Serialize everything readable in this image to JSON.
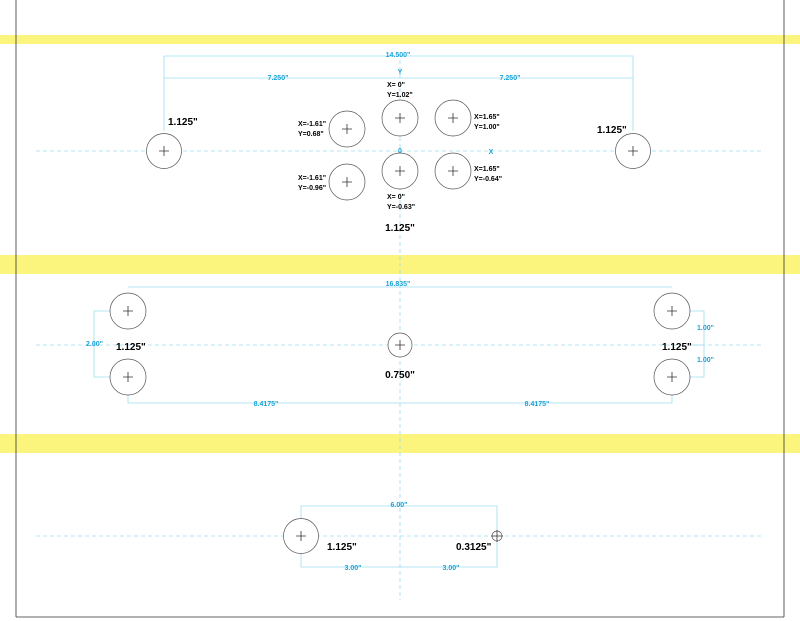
{
  "colors": {
    "highlight_band": "#fbf57d",
    "dimension": "#1aa3d9",
    "dimension_line": "#9fdcf0",
    "text": "#000000",
    "outline": "#333333"
  },
  "section1": {
    "overall_dim": "14.500\"",
    "left_half_dim": "7.250\"",
    "right_half_dim": "7.250\"",
    "axis_y": "Y",
    "axis_x": "X",
    "origin": "0",
    "left_hole_size": "1.125\"",
    "right_hole_size": "1.125\"",
    "pattern_size": "1.125\"",
    "coords": {
      "top_center_x": "X= 0\"",
      "top_center_y": "Y=1.02\"",
      "upper_left_x": "X=-1.61\"",
      "upper_left_y": "Y=0.68\"",
      "upper_right_x": "X=1.65\"",
      "upper_right_y": "Y=1.00\"",
      "lower_left_x": "X=-1.61\"",
      "lower_left_y": "Y=-0.96\"",
      "lower_right_x": "X=1.65\"",
      "lower_right_y": "Y=-0.64\"",
      "bottom_center_x": "X= 0\"",
      "bottom_center_y": "Y=-0.63\""
    }
  },
  "section2": {
    "overall_dim": "16.835\"",
    "left_vertical_dim": "2.00\"",
    "right_upper_dim": "1.00\"",
    "right_lower_dim": "1.00\"",
    "left_half_dim": "8.4175\"",
    "right_half_dim": "8.4175\"",
    "left_size": "1.125\"",
    "right_size": "1.125\"",
    "center_size": "0.750\""
  },
  "section3": {
    "overall_dim": "6.00\"",
    "left_half_dim": "3.00\"",
    "right_half_dim": "3.00\"",
    "large_size": "1.125\"",
    "small_size": "0.3125\""
  }
}
